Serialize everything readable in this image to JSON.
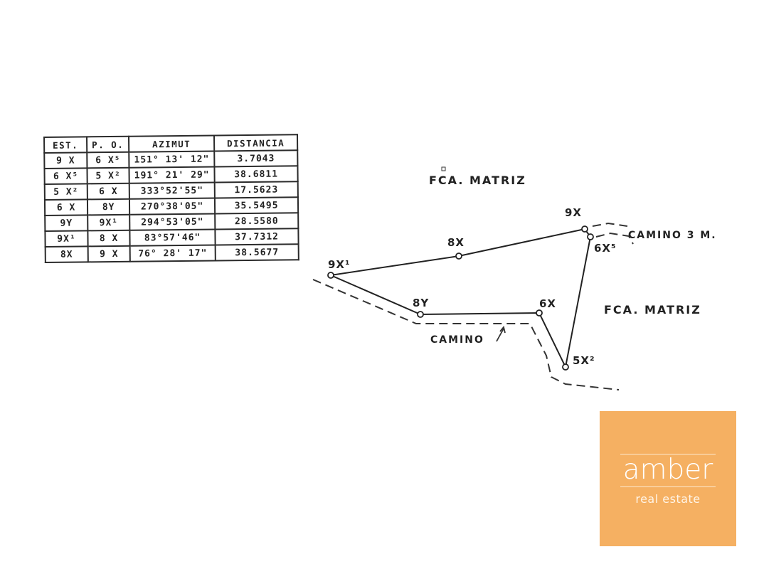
{
  "survey_table": {
    "headers": [
      "EST.",
      "P. O.",
      "AZIMUT",
      "DISTANCIA"
    ],
    "rows": [
      [
        "9 X",
        "6 X⁵",
        "151° 13' 12\"",
        "3.7043"
      ],
      [
        "6 X⁵",
        "5 X²",
        "191° 21' 29\"",
        "38.6811"
      ],
      [
        "5 X²",
        "6 X",
        "333°52'55\"",
        "17.5623"
      ],
      [
        "6 X",
        "8Y",
        "270°38'05\"",
        "35.5495"
      ],
      [
        "9Y",
        "9X¹",
        "294°53'05\"",
        "28.5580"
      ],
      [
        "9X¹",
        "8 X",
        "83°57'46\"",
        "37.7312"
      ],
      [
        "8X",
        "9 X",
        "76° 28' 17\"",
        "38.5677"
      ]
    ]
  },
  "plan": {
    "regions": {
      "north": "FCA. MATRIZ",
      "east": "FCA. MATRIZ"
    },
    "roads": {
      "camino_3m": "CAMINO 3 M.",
      "camino": "CAMINO"
    },
    "points": {
      "p9x": "9X",
      "p8x": "8X",
      "p9x1": "9X¹",
      "p8y": "8Y",
      "p6x": "6X",
      "p6x5": "6X⁵",
      "p5x2": "5X²"
    }
  },
  "logo": {
    "word": "amber",
    "subtitle": "real estate",
    "color": "#f5b062"
  },
  "colors": {
    "ink": "#222222",
    "background": "#ffffff"
  }
}
